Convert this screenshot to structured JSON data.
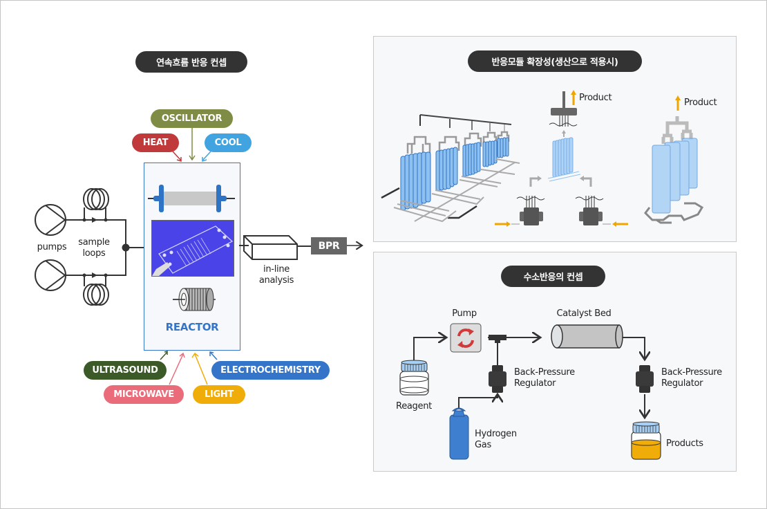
{
  "left_section": {
    "title": "연속흐름 반응 컨셉",
    "labels": {
      "pumps": "pumps",
      "sample_loops_1": "sample",
      "sample_loops_2": "loops",
      "inline_1": "in-line",
      "inline_2": "analysis",
      "bpr": "BPR",
      "reactor": "REACTOR"
    },
    "modes": [
      {
        "id": "oscillator",
        "label": "OSCILLATOR",
        "color": "#7f8c45"
      },
      {
        "id": "heat",
        "label": "HEAT",
        "color": "#c0393b"
      },
      {
        "id": "cool",
        "label": "COOL",
        "color": "#41a3e0"
      },
      {
        "id": "ultrasound",
        "label": "ULTRASOUND",
        "color": "#3b5a28"
      },
      {
        "id": "microwave",
        "label": "MICROWAVE",
        "color": "#ea6c7a"
      },
      {
        "id": "light",
        "label": "LIGHT",
        "color": "#f0ac08"
      },
      {
        "id": "electrochemistry",
        "label": "ELECTROCHEMISTRY",
        "color": "#3575c9"
      }
    ],
    "reactor_color": "#3575c9"
  },
  "top_right_section": {
    "title": "반응모듈 확장성(생산으로 적용시)",
    "product_label_1": "Product",
    "product_label_2": "Product",
    "arrow_color": "#f0a500"
  },
  "bottom_right_section": {
    "title": "수소반응의 컨셉",
    "labels": {
      "pump": "Pump",
      "catalyst_bed": "Catalyst Bed",
      "bpr1_1": "Back-Pressure",
      "bpr1_2": "Regulator",
      "bpr2_1": "Back-Pressure",
      "bpr2_2": "Regulator",
      "reagent": "Reagent",
      "hydrogen_1": "Hydrogen",
      "hydrogen_2": "Gas",
      "products": "Products"
    }
  }
}
